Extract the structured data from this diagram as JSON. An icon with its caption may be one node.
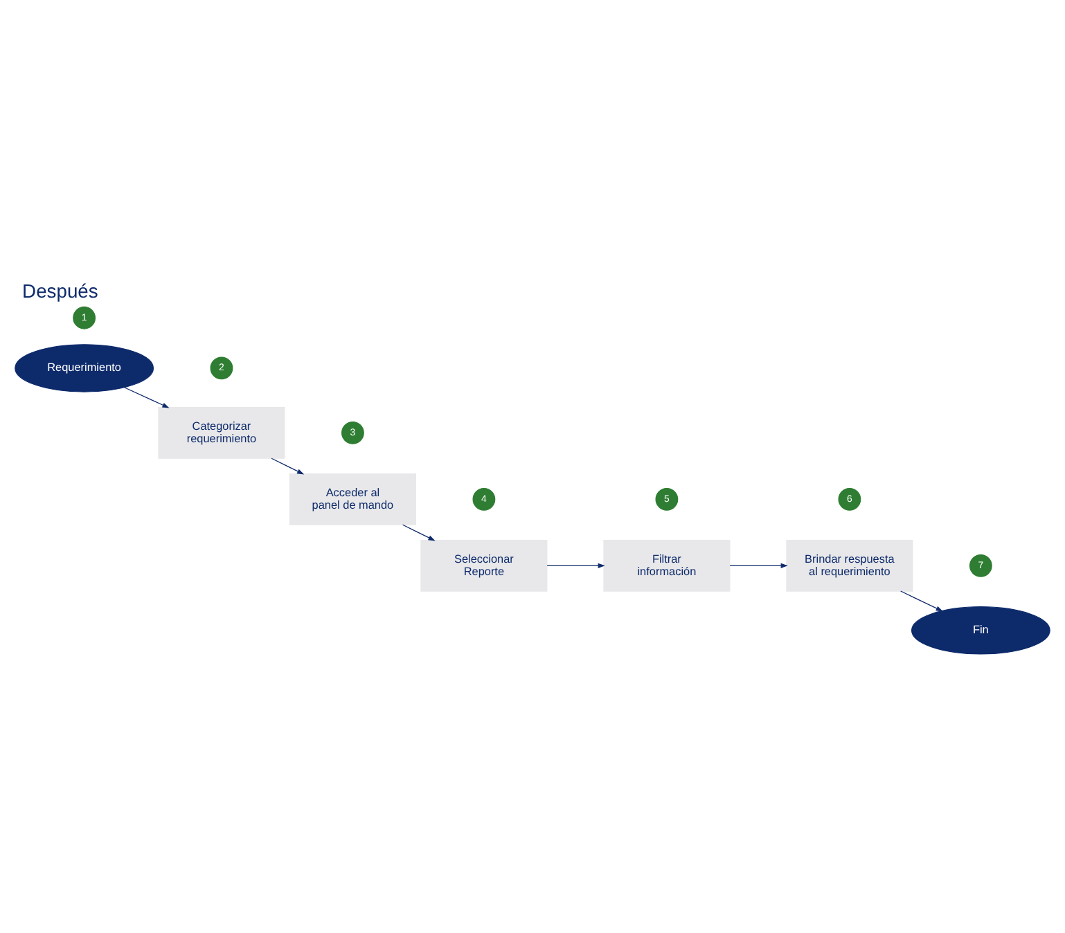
{
  "diagram": {
    "title": "Después",
    "nodes": [
      {
        "text": [
          "1"
        ]
      },
      {
        "text": [
          "Requerimiento"
        ]
      },
      {
        "text": [
          "2"
        ]
      },
      {
        "text": [
          "Categorizar requerimiento"
        ]
      },
      {
        "text": [
          "3"
        ]
      },
      {
        "text": [
          "Acceder al panel de mando"
        ]
      },
      {
        "text": [
          "4"
        ]
      },
      {
        "text": [
          "Seleccionar Reporte"
        ]
      },
      {
        "text": [
          "5"
        ]
      },
      {
        "text": [
          "Filtrar información"
        ]
      },
      {
        "text": [
          "6"
        ]
      },
      {
        "text": [
          "Brindar respuesta al requerimiento"
        ]
      },
      {
        "text": [
          "7"
        ]
      },
      {
        "text": [
          "Fin"
        ]
      }
    ],
    "edges": [
      {
        "from": 1,
        "to": 3,
        "arrow": "to"
      },
      {
        "from": 3,
        "to": 5,
        "arrow": "to"
      },
      {
        "from": 5,
        "to": 7,
        "arrow": "to"
      },
      {
        "from": 7,
        "to": 9,
        "arrow": "to"
      },
      {
        "from": 9,
        "to": 11,
        "arrow": "to"
      },
      {
        "from": 11,
        "to": 13,
        "arrow": "to"
      }
    ]
  }
}
